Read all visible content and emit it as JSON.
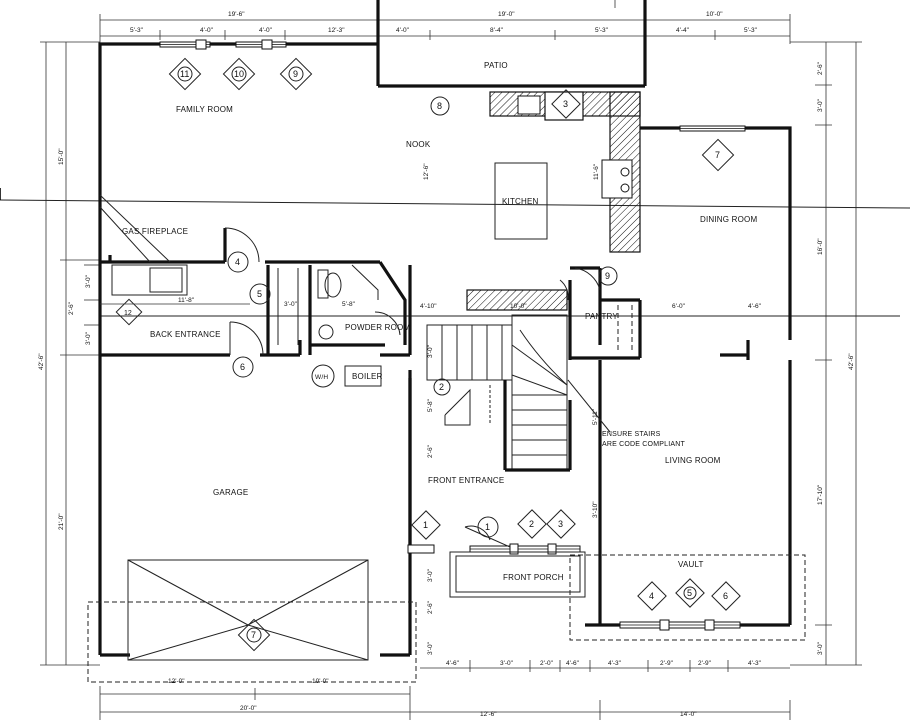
{
  "rooms": {
    "patio": "PATIO",
    "family_room": "FAMILY ROOM",
    "nook": "NOOK",
    "kitchen": "KITCHEN",
    "dining_room": "DINING ROOM",
    "gas_fireplace": "GAS FIREPLACE",
    "back_entrance": "BACK ENTRANCE",
    "powder_room": "POWDER ROOM",
    "boiler": "BOILER",
    "water_heater": "W/H",
    "pantry": "PANTRY",
    "garage": "GARAGE",
    "front_entrance": "FRONT ENTRANCE",
    "living_room": "LIVING ROOM",
    "front_porch": "FRONT PORCH",
    "vault": "VAULT"
  },
  "notes": {
    "stairs_line1": "ENSURE STAIRS",
    "stairs_line2": "ARE CODE COMPLIANT"
  },
  "tags": {
    "t11": "11",
    "t10": "10",
    "t9": "9",
    "t7_dining": "7",
    "t7_garage": "7",
    "t4_left": "4",
    "t4_vault": "4",
    "t5": "5",
    "t6": "6",
    "t6_vault": "6",
    "t12": "12",
    "t2": "2",
    "t1_diamond": "1",
    "t1_circle": "1",
    "t2_porch": "2",
    "t3_porch": "3",
    "t8": "8",
    "t9_pantry": "9",
    "t3_kitchen": "3",
    "t5_vault": "5"
  },
  "dimensions": {
    "top1": "19'-6\"",
    "top2": "19'-0\"",
    "top3": "10'-0\"",
    "top_a": "5'-3\"",
    "top_b": "4'-0\"",
    "top_c": "4'-0\"",
    "top_d": "12'-3\"",
    "top_e": "4'-0\"",
    "top_f": "8'-4\"",
    "top_g": "5'-3\"",
    "top_h": "4'-4\"",
    "top_i": "5'-3\"",
    "bot1": "20'-0\"",
    "bot2": "12'-6\"",
    "bot3": "14'-0\"",
    "bot_a": "12'-0\"",
    "bot_b": "10'-0\"",
    "bot_c": "4'-6\"",
    "bot_d": "3'-0\"",
    "bot_e": "2'-0\"",
    "bot_f": "4'-6\"",
    "bot_g": "4'-3\"",
    "bot_h": "2'-9\"",
    "bot_i": "2'-9\"",
    "bot_j": "4'-3\"",
    "left_total": "42'-6\"",
    "left_a": "15'-0\"",
    "left_b": "21'-0\"",
    "right_total": "42'-6\"",
    "right_a": "2'-6\"",
    "right_b": "3'-0\"",
    "right_c": "16'-0\"",
    "right_d": "17'-10\"",
    "right_e": "3'-0\"",
    "nook_h": "12'-6\"",
    "kitchen_h": "11'-6\"",
    "back_w": "11'-8\"",
    "powder_w": "5'-8\"",
    "hall_w": "3'-0\"",
    "pantry_w": "4'-10\"",
    "pantry_w2": "6'-0\"",
    "pantry_w3": "4'-6\"",
    "stair_w": "10'-0\"",
    "fe_h1": "3'-0\"",
    "fe_h2": "2'-6\"",
    "fe_h3": "5'-8\"",
    "fe_h4": "3'-0\"",
    "st_d": "5'-11\"",
    "st_d2": "3'-10\""
  }
}
